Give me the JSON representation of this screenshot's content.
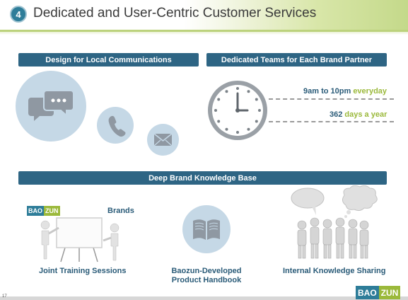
{
  "header": {
    "badge_number": "4",
    "title": "Dedicated and User-Centric Customer Services"
  },
  "sections": {
    "local_comm": "Design for Local Communications",
    "dedicated_teams": "Dedicated Teams for Each Brand Partner",
    "knowledge_base": "Deep Brand Knowledge Base"
  },
  "service_hours": {
    "time_range": "9am to 10pm",
    "time_suffix": "everyday",
    "days": "362",
    "days_suffix": "days a year"
  },
  "knowledge_items": {
    "brands_label": "Brands",
    "training": "Joint Training Sessions",
    "handbook_line1": "Baozun-Developed",
    "handbook_line2": "Product Handbook",
    "sharing": "Internal Knowledge Sharing"
  },
  "logo": {
    "part1": "BAO",
    "part2": "ZUN"
  },
  "footer": {
    "page_number": "17"
  },
  "colors": {
    "section_header": "#2e6584",
    "accent_green": "#9bb93b",
    "icon_circle": "#c5d8e6",
    "dark_text": "#2a5b78"
  },
  "icons": [
    "chat-bubbles-icon",
    "phone-icon",
    "envelope-icon",
    "clock-icon",
    "presentation-board-icon",
    "book-icon",
    "people-speech-icon"
  ]
}
